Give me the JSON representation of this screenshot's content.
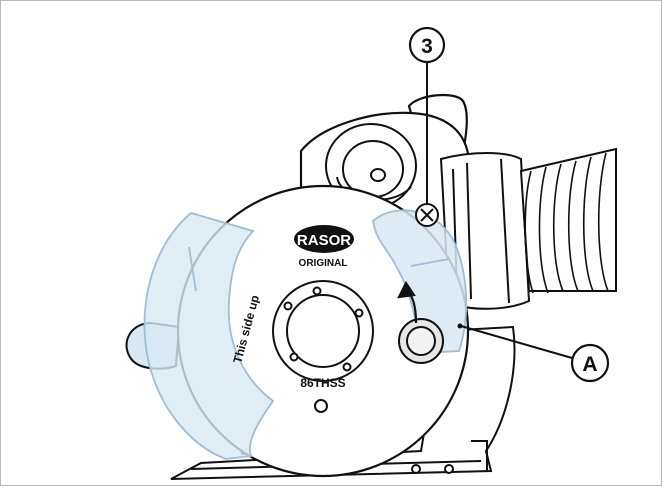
{
  "diagram": {
    "brand_logo": "RASOR",
    "brand_subtitle": "ORIGINAL",
    "blade_text": "This side up",
    "blade_model": "86THSS",
    "callouts": [
      {
        "id": "3"
      },
      {
        "id": "A"
      }
    ],
    "colors": {
      "line": "#111111",
      "guard_fill": "#d8e8f3",
      "guard_stroke": "#9fbdd4",
      "background": "#ffffff"
    }
  }
}
